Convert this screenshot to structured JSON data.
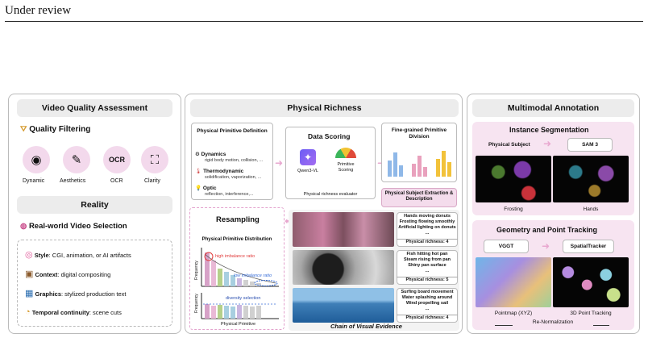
{
  "header": "Under review",
  "vqa": {
    "title": "Video Quality Assessment",
    "filtering": "Quality Filtering",
    "icons": [
      "Dynamic",
      "Aesthetics",
      "OCR",
      "Clarity"
    ],
    "reality_title": "Reality",
    "selection": "Real-world Video Selection",
    "criteria": [
      {
        "k": "Style",
        "v": ": CGI, animation, or AI artifacts"
      },
      {
        "k": "Context",
        "v": ": digital compositing"
      },
      {
        "k": "Graphics",
        "v": ": stylized production text"
      },
      {
        "k": "Temporal continuity",
        "v": ": scene cuts"
      }
    ]
  },
  "pr": {
    "title": "Physical Richness",
    "ppd": "Physical Primitive Definition",
    "prims": [
      {
        "k": "Dynamics",
        "v": "rigid body motion, collision, ..."
      },
      {
        "k": "Thermodynamic",
        "v": "solidification, vaporization, ..."
      },
      {
        "k": "Optic",
        "v": "reflection, interference,..."
      }
    ],
    "scoring": "Data Scoring",
    "qwen": "Qwen3-VL",
    "prim_scoring": "Primitive Scoring",
    "evaluator": "Physical richness evaluator",
    "fine": "Fine-grained Primitive Division",
    "subject": "Physical Subject Extraction & Description",
    "resampling": "Resampling",
    "dist": "Physical Primitive Distribution",
    "high": "high imbalance ratio",
    "low": "low imbalance ratio",
    "diversity": "diversity selection",
    "freq": "Frequency",
    "prim_axis": "Physical Primitive",
    "evidence": [
      {
        "lines": [
          "Hands moving donuts",
          "Frosting flowing smoothly",
          "Artificial lighting on donuts",
          "..."
        ],
        "score": "Physical richness: 4"
      },
      {
        "lines": [
          "Fish hitting hot pan",
          "Steam rising from pan",
          "Shiny pan surface",
          "..."
        ],
        "score": "Physical richness: 5"
      },
      {
        "lines": [
          "Surfing board movement",
          "Water splashing around",
          "Wind propelling sail",
          "..."
        ],
        "score": "Physical richness: 4"
      }
    ],
    "chain": "Chain of Visual Evidence"
  },
  "mm": {
    "title": "Multimodal Annotation",
    "seg": "Instance Segmentation",
    "subject": "Physical Subject",
    "sam": "SAM 3",
    "frosting": "Frosting",
    "hands": "Hands",
    "geo": "Geometry and Point Tracking",
    "vggt": "VGGT",
    "tracker": "SpatialTracker",
    "pointmap": "Pointmap (XYZ)",
    "tracking": "3D Point Tracking",
    "renorm": "Re-Normalization"
  }
}
